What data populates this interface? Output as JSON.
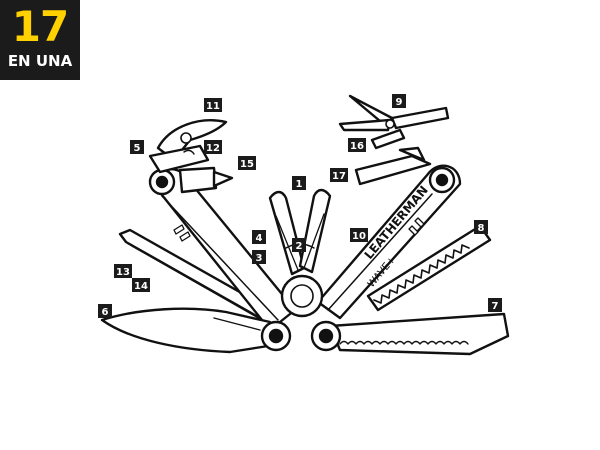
{
  "badge": {
    "count": "17",
    "caption": "EN UNA"
  },
  "brand": {
    "name": "LEATHERMAN",
    "model": "WAVE+"
  },
  "callouts": [
    {
      "id": "c1",
      "label": "1"
    },
    {
      "id": "c2",
      "label": "2"
    },
    {
      "id": "c3",
      "label": "3"
    },
    {
      "id": "c4",
      "label": "4"
    },
    {
      "id": "c5",
      "label": "5"
    },
    {
      "id": "c6",
      "label": "6"
    },
    {
      "id": "c7",
      "label": "7"
    },
    {
      "id": "c8",
      "label": "8"
    },
    {
      "id": "c9",
      "label": "9"
    },
    {
      "id": "c10",
      "label": "10"
    },
    {
      "id": "c11",
      "label": "11"
    },
    {
      "id": "c12",
      "label": "12"
    },
    {
      "id": "c13",
      "label": "13"
    },
    {
      "id": "c14",
      "label": "14"
    },
    {
      "id": "c15",
      "label": "15"
    },
    {
      "id": "c16",
      "label": "16"
    },
    {
      "id": "c17",
      "label": "17"
    }
  ],
  "colors": {
    "badge_bg": "#1b1b1b",
    "badge_number": "#ffd100",
    "badge_caption": "#ffffff",
    "callout_bg": "#1b1b1b",
    "callout_text": "#ffffff",
    "line_art": "#111111"
  }
}
